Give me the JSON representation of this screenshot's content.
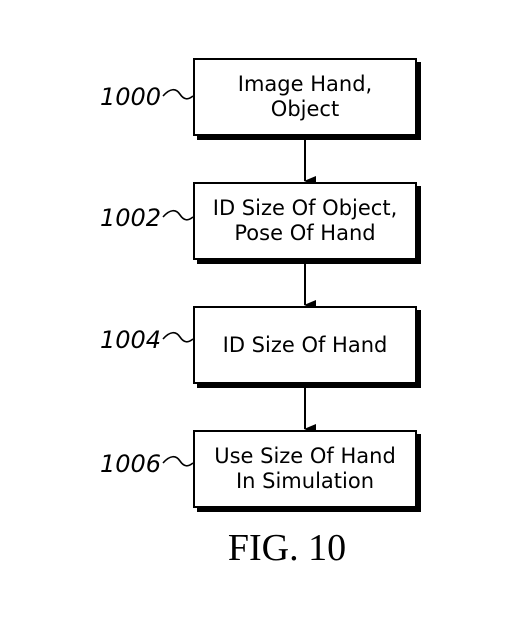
{
  "steps": [
    {
      "ref": "1000",
      "text": "Image Hand, Object"
    },
    {
      "ref": "1002",
      "text": "ID Size Of Object,\nPose Of Hand"
    },
    {
      "ref": "1004",
      "text": "ID Size Of Hand"
    },
    {
      "ref": "1006",
      "text": "Use Size Of Hand\nIn Simulation"
    }
  ],
  "figure_label": "FIG. 10"
}
